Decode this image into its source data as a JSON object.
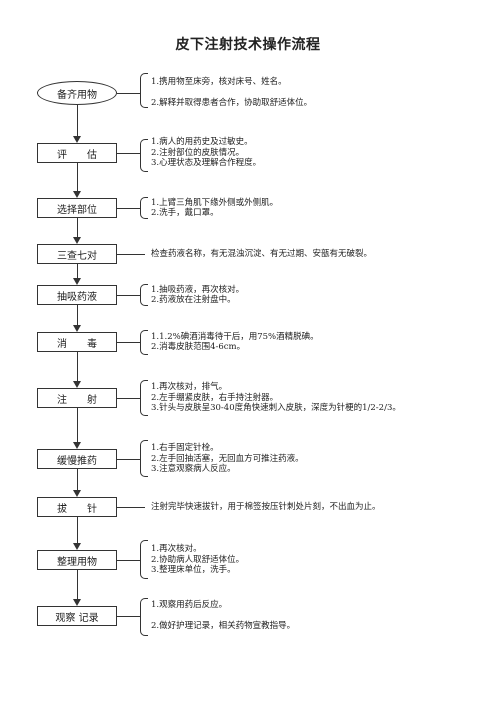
{
  "title": "皮下注射技术操作流程",
  "steps": [
    {
      "label": "备齐用物",
      "details": [
        "1.携用物至床旁，核对床号、姓名。",
        "",
        "2.解释并取得患者合作，协助取舒适体位。"
      ]
    },
    {
      "label": "评　　估",
      "details": [
        "1.病人的用药史及过敏史。",
        "2.注射部位的皮肤情况。",
        "3.心理状态及理解合作程度。"
      ]
    },
    {
      "label": "选择部位",
      "details": [
        "1.上臂三角肌下缘外侧或外侧肌。",
        "2.洗手，戴口罩。"
      ]
    },
    {
      "label": "三查七对",
      "details": [
        "检查药液名称，有无混浊沉淀、有无过期、安瓿有无破裂。"
      ]
    },
    {
      "label": "抽吸药液",
      "details": [
        "1.抽吸药液，再次核对。",
        "2.药液放在注射盘中。"
      ]
    },
    {
      "label": "消　　毒",
      "details": [
        "1.1.2%碘酒消毒待干后，用75%酒精脱碘。",
        "2.消毒皮肤范围4-6cm。"
      ]
    },
    {
      "label": "注　　射",
      "details": [
        "1.再次核对，排气。",
        "2.左手绷紧皮肤，右手持注射器。",
        "3.针头与皮肤呈30-40度角快速刺入皮肤，深度为针梗的1/2-2/3。"
      ]
    },
    {
      "label": "缓慢推药",
      "details": [
        "1.右手固定针栓。",
        "2.左手回抽活塞，无回血方可推注药液。",
        "3.注意观察病人反应。"
      ]
    },
    {
      "label": "拔　　针",
      "details": [
        "注射完毕快速拔针，用于棉签按压针刺处片刻，不出血为止。"
      ]
    },
    {
      "label": "整理用物",
      "details": [
        "1.再次核对。",
        "2.协助病人取舒适体位。",
        "3.整理床单位，洗手。"
      ]
    },
    {
      "label": "观察 记录",
      "details": [
        "1.观察用药后反应。",
        "",
        "2.做好护理记录，相关药物宣教指导。"
      ]
    }
  ]
}
